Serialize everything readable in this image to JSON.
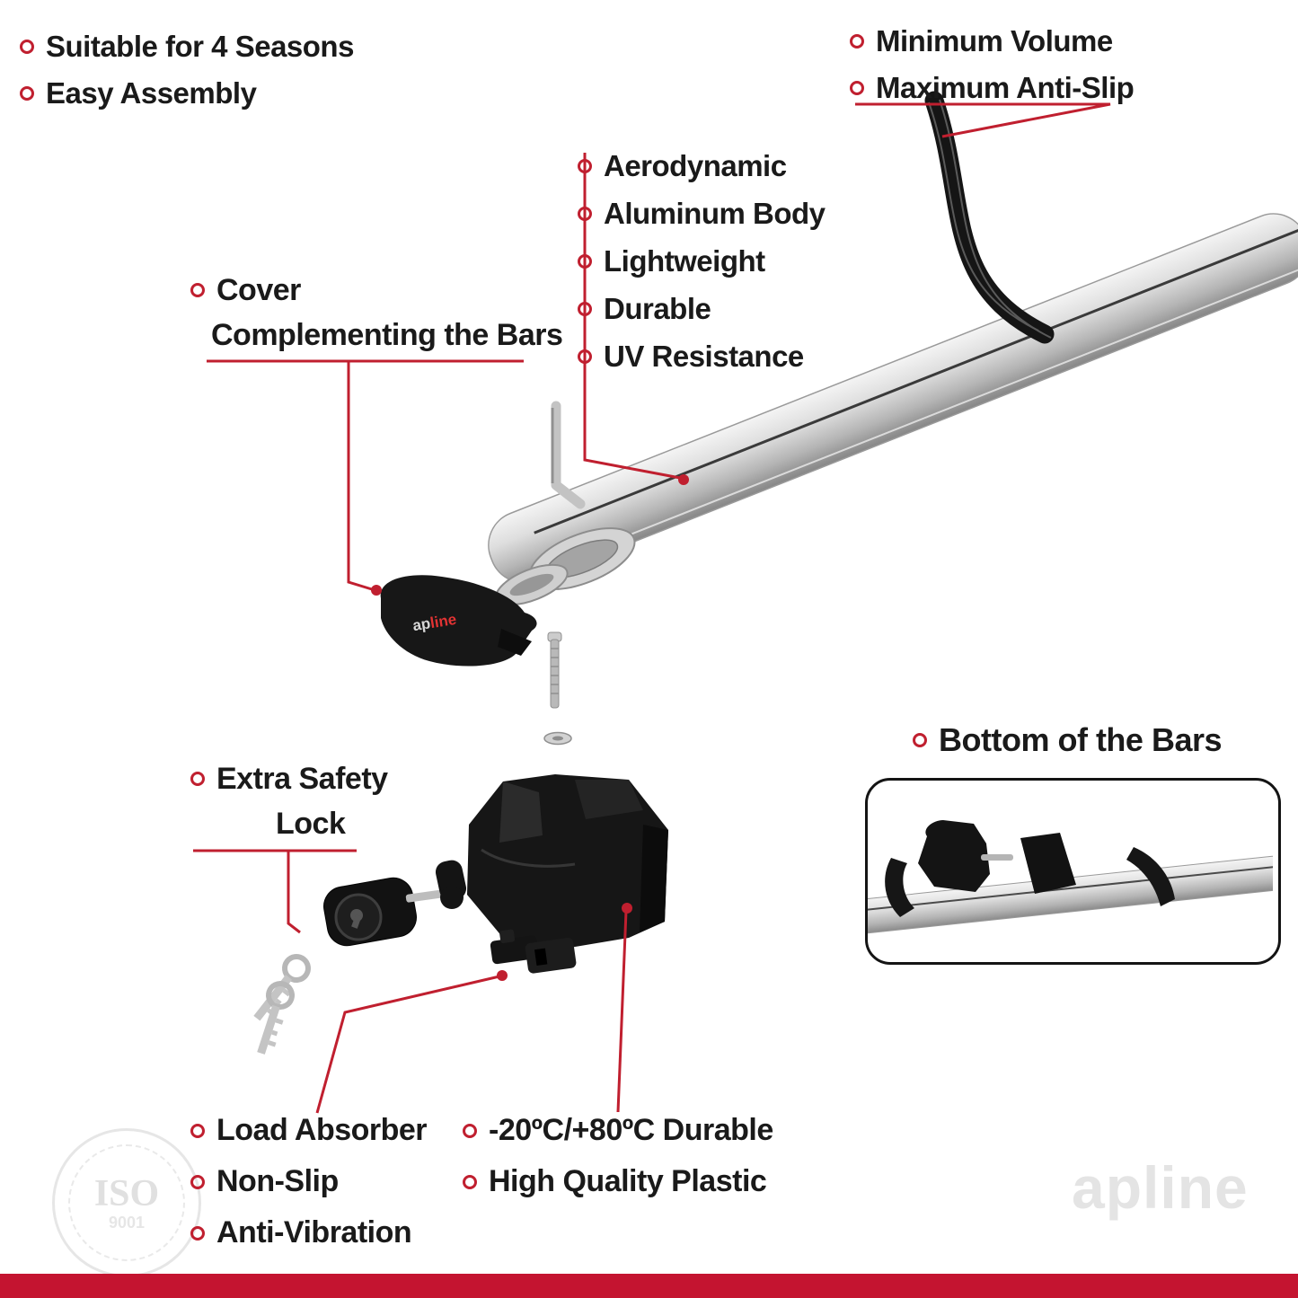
{
  "colors": {
    "accent_red": "#c01f2f",
    "footer_red": "#c41430",
    "text_dark": "#1a1a1a",
    "watermark_gray": "#e4e4e4",
    "bar_silver": "#c9c9c9"
  },
  "top_left_features": {
    "items": [
      "Suitable for 4 Seasons",
      "Easy Assembly"
    ]
  },
  "strip_features": {
    "items": [
      "Minimum Volume",
      "Maximum Anti-Slip"
    ]
  },
  "bar_features": {
    "items": [
      "Aerodynamic",
      "Aluminum Body",
      "Lightweight",
      "Durable",
      "UV Resistance"
    ]
  },
  "cover_callout": {
    "line1": "Cover",
    "line2": "Complementing the Bars"
  },
  "lock_callout": {
    "line1": "Extra Safety",
    "line2": "Lock"
  },
  "bottom_view": {
    "title": "Bottom of the Bars"
  },
  "foot_features": {
    "items": [
      "Load Absorber",
      "Non-Slip",
      "Anti-Vibration"
    ]
  },
  "material_features": {
    "items": [
      "-20ºC/+80ºC Durable",
      "High Quality Plastic"
    ]
  },
  "brand": {
    "cover_logo_ap": "ap",
    "cover_logo_line": "line",
    "watermark": "apline"
  },
  "iso_stamp": {
    "label": "ISO",
    "number": "9001"
  }
}
